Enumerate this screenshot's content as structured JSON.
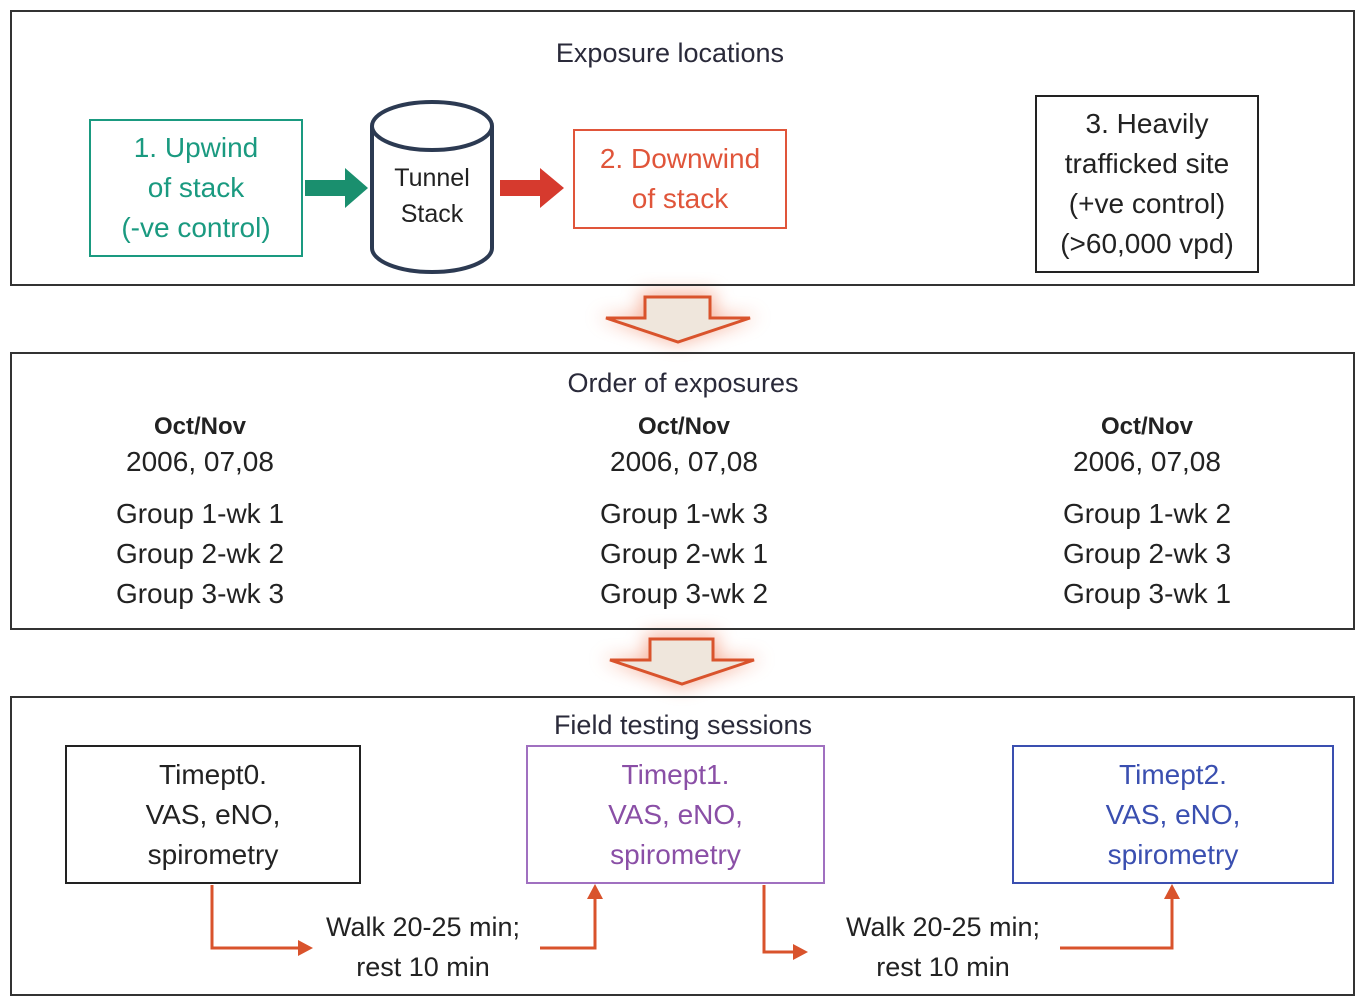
{
  "panel1": {
    "title": "Exposure locations",
    "upwind": {
      "lines": [
        "1. Upwind",
        "of stack",
        "(-ve control)"
      ],
      "color": "#1a9a80"
    },
    "stack": {
      "lines": [
        "Tunnel",
        "Stack"
      ]
    },
    "downwind": {
      "lines": [
        "2. Downwind",
        "of stack"
      ],
      "color": "#e0553a"
    },
    "trafficked": {
      "lines": [
        "3. Heavily",
        "trafficked site",
        "(+ve control)",
        "(>60,000 vpd)"
      ]
    }
  },
  "panel2": {
    "title": "Order of exposures",
    "columns": [
      {
        "month": "Oct/Nov",
        "years": "2006, 07,08",
        "groups": [
          "Group 1-wk 1",
          "Group 2-wk 2",
          "Group 3-wk 3"
        ]
      },
      {
        "month": "Oct/Nov",
        "years": "2006, 07,08",
        "groups": [
          "Group 1-wk 3",
          "Group 2-wk 1",
          "Group 3-wk 2"
        ]
      },
      {
        "month": "Oct/Nov",
        "years": "2006, 07,08",
        "groups": [
          "Group 1-wk 2",
          "Group 2-wk 3",
          "Group 3-wk 1"
        ]
      }
    ]
  },
  "panel3": {
    "title": "Field testing sessions",
    "t0": {
      "lines": [
        "Timept0.",
        "VAS, eNO,",
        "spirometry"
      ],
      "color": "#222222"
    },
    "t1": {
      "lines": [
        "Timept1.",
        "VAS, eNO,",
        "spirometry"
      ],
      "color": "#8a4fa6"
    },
    "t2": {
      "lines": [
        "Timept2.",
        "VAS, eNO,",
        "spirometry"
      ],
      "color": "#3a4fb0"
    },
    "walk1": {
      "lines": [
        "Walk 20-25 min;",
        "rest 10 min"
      ]
    },
    "walk2": {
      "lines": [
        "Walk 20-25 min;",
        "rest 10 min"
      ]
    }
  },
  "colors": {
    "green_arrow": "#1a8f6e",
    "red_arrow": "#d63a2e",
    "flow_arrow": "#d9532c",
    "down_arrow_fill": "#efe6dc",
    "down_arrow_stroke": "#d9532c"
  }
}
